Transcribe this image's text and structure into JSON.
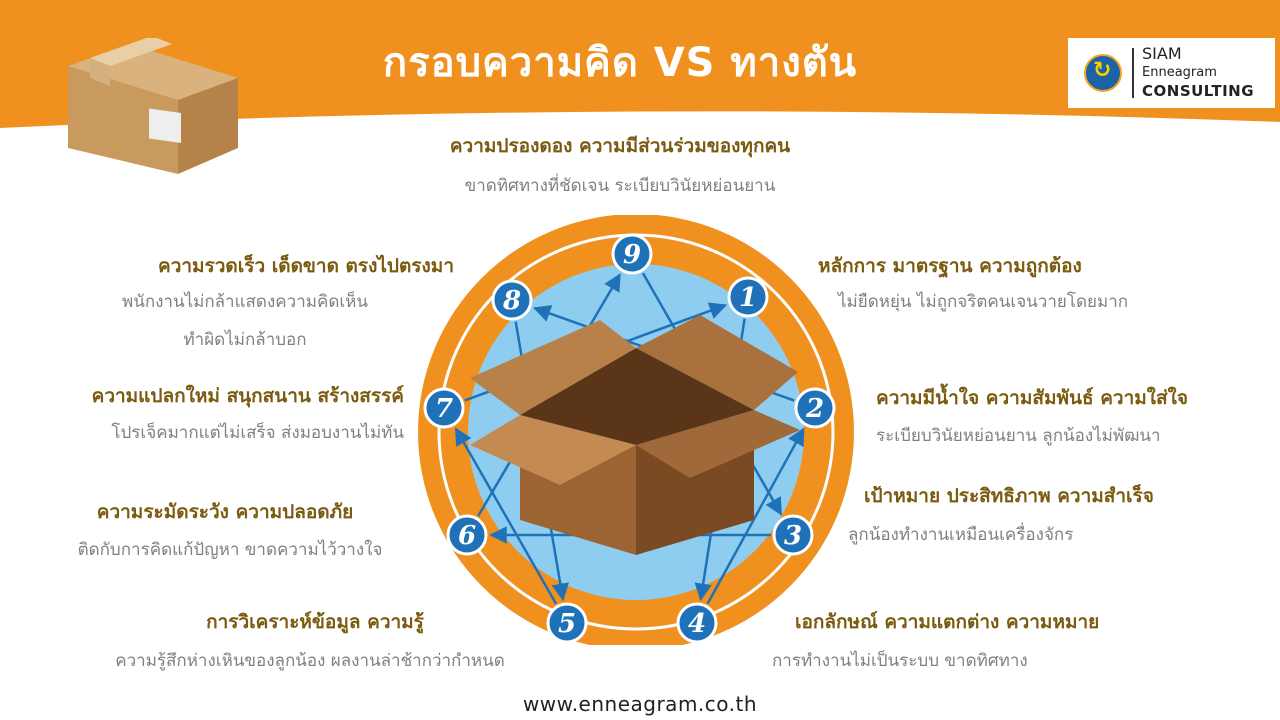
{
  "title": "กรอบความคิด VS ทางตัน",
  "logo": {
    "line1": "SIAM",
    "line2": "Enneagram",
    "line3": "CONSULTING"
  },
  "colors": {
    "orange": "#f0911f",
    "ring_inner": "#8ecdf0",
    "node": "#1f72b8",
    "positive_text": "#7a5b0f",
    "negative_text": "#808080",
    "box": "#b07a45"
  },
  "types": [
    {
      "number": "1",
      "positive": "หลักการ มาตรฐาน ความถูกต้อง",
      "negative": [
        "ไม่ยืดหยุ่น ไม่ถูกจริตคนเจนวายโดยมาก"
      ]
    },
    {
      "number": "2",
      "positive": "ความมีน้ำใจ ความสัมพันธ์ ความใส่ใจ",
      "negative": [
        "ระเบียบวินัยหย่อนยาน ลูกน้องไม่พัฒนา"
      ]
    },
    {
      "number": "3",
      "positive": "เป้าหมาย ประสิทธิภาพ ความสำเร็จ",
      "negative": [
        "ลูกน้องทำงานเหมือนเครื่องจักร"
      ]
    },
    {
      "number": "4",
      "positive": "เอกลักษณ์ ความแตกต่าง ความหมาย",
      "negative": [
        "การทำงานไม่เป็นระบบ ขาดทิศทาง"
      ]
    },
    {
      "number": "5",
      "positive": "การวิเคราะห์ข้อมูล ความรู้",
      "negative": [
        "ความรู้สึกห่างเหินของลูกน้อง ผลงานล่าช้ากว่ากำหนด"
      ]
    },
    {
      "number": "6",
      "positive": "ความระมัดระวัง ความปลอดภัย",
      "negative": [
        "ติดกับการคิดแก้ปัญหา ขาดความไว้วางใจ"
      ]
    },
    {
      "number": "7",
      "positive": "ความแปลกใหม่ สนุกสนาน สร้างสรรค์",
      "negative": [
        "โปรเจ็คมากแต่ไม่เสร็จ ส่งมอบงานไม่ทัน"
      ]
    },
    {
      "number": "8",
      "positive": "ความรวดเร็ว เด็ดขาด ตรงไปตรงมา",
      "negative": [
        "พนักงานไม่กล้าแสดงความคิดเห็น",
        "ทำผิดไม่กล้าบอก"
      ]
    },
    {
      "number": "9",
      "positive": "ความปรองดอง ความมีส่วนร่วมของทุกคน",
      "negative": [
        "ขาดทิศทางที่ชัดเจน ระเบียบวินัยหย่อนยาน"
      ]
    }
  ],
  "footer": "www.enneagram.co.th"
}
